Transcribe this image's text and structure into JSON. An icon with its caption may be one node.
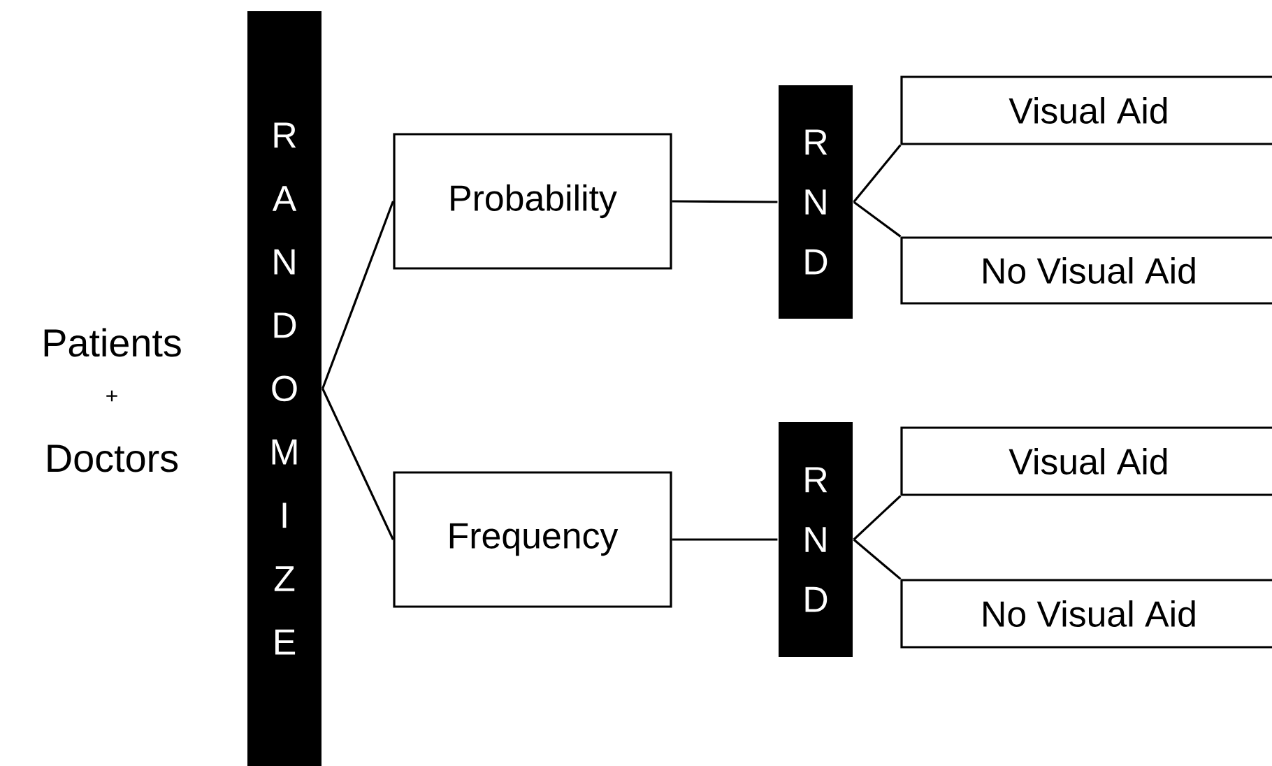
{
  "diagram": {
    "nodes": [
      {
        "text": [
          "RANDOMIZE"
        ]
      },
      {
        "text": [
          "Probability"
        ]
      },
      {
        "text": [
          "Frequency"
        ]
      },
      {
        "text": [
          "RND"
        ]
      },
      {
        "text": [
          "RND"
        ]
      },
      {
        "text": [
          "Visual Aid"
        ]
      },
      {
        "text": [
          "No Visual Aid"
        ]
      },
      {
        "text": [
          "Visual Aid"
        ]
      },
      {
        "text": [
          "No Visual Aid"
        ]
      }
    ],
    "edges": [
      {
        "from": 0,
        "to": 1,
        "arrow": "none"
      },
      {
        "from": 0,
        "to": 2,
        "arrow": "none"
      },
      {
        "from": 1,
        "to": 3,
        "arrow": "none"
      },
      {
        "from": 2,
        "to": 4,
        "arrow": "none"
      },
      {
        "from": 3,
        "to": 5,
        "arrow": "none"
      },
      {
        "from": 3,
        "to": 6,
        "arrow": "none"
      },
      {
        "from": 4,
        "to": 7,
        "arrow": "none"
      },
      {
        "from": 4,
        "to": 8,
        "arrow": "none"
      }
    ],
    "labels": [
      "Patients",
      "+",
      "Doctors"
    ]
  }
}
